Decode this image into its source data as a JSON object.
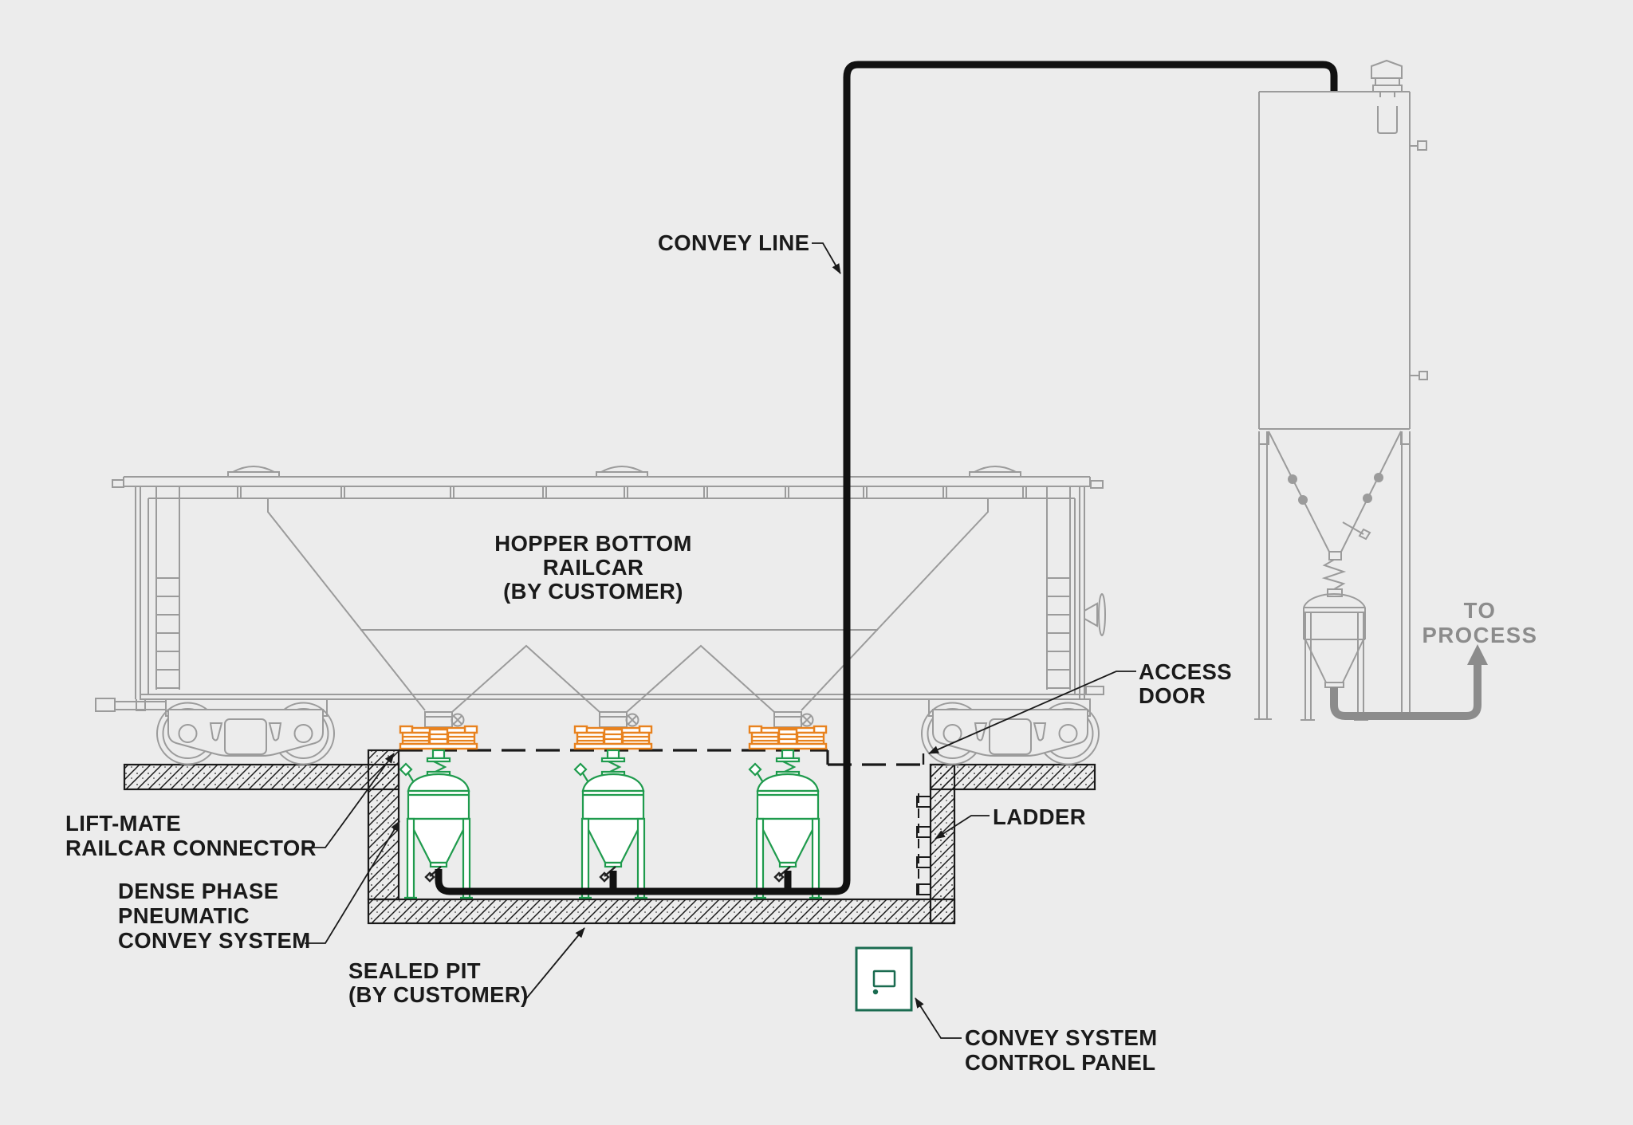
{
  "title": "Dense phase pneumatic railcar unloading system diagram",
  "colors": {
    "background": "#ECECEC",
    "line": "#9B9B9B",
    "ink": "#1A1A1A",
    "orange": "#E8821E",
    "green": "#1F9B4D",
    "panel": "#1A6B50",
    "process": "#8C8C8C"
  },
  "labels": {
    "convey_line": "CONVEY LINE",
    "railcar": [
      "HOPPER BOTTOM",
      "RAILCAR",
      "(BY CUSTOMER)"
    ],
    "access_door": [
      "ACCESS",
      "DOOR"
    ],
    "ladder": "LADDER",
    "lift_mate": [
      "LIFT-MATE",
      "RAILCAR CONNECTOR"
    ],
    "dense_phase": [
      "DENSE PHASE",
      "PNEUMATIC",
      "CONVEY SYSTEM"
    ],
    "sealed_pit": [
      "SEALED PIT",
      "(BY CUSTOMER)"
    ],
    "control_panel": [
      "CONVEY SYSTEM",
      "CONTROL PANEL"
    ],
    "to_process": [
      "TO",
      "PROCESS"
    ]
  },
  "equipment": {
    "vessel_count": 3,
    "railcar_outlet_count": 3,
    "components": [
      "hopper bottom railcar",
      "lift-mate railcar connectors",
      "dense phase convey vessels",
      "sealed pit",
      "pit ladder",
      "access door",
      "convey line",
      "storage silo with bin vent",
      "to-process transfer line",
      "convey system control panel"
    ]
  }
}
